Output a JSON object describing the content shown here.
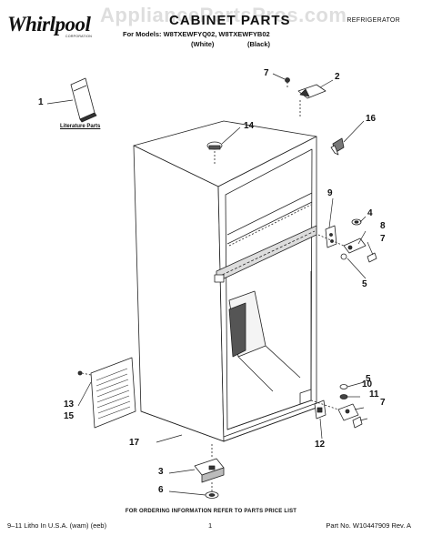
{
  "header": {
    "logo": "Whirlpool",
    "logo_sub": "CORPORATION",
    "watermark": "AppliancePartsPros.com",
    "title": "CABINET PARTS",
    "category": "REFRIGERATOR",
    "models": "For Models: W8TXEWFYQ02, W8TXEWFYB02",
    "color_white": "(White)",
    "color_black": "(Black)"
  },
  "diagram": {
    "literature_label": "Literature Parts",
    "callouts": [
      "1",
      "2",
      "3",
      "4",
      "5",
      "5",
      "6",
      "7",
      "7",
      "7",
      "8",
      "9",
      "10",
      "11",
      "12",
      "13",
      "14",
      "15",
      "16",
      "17"
    ]
  },
  "footer": {
    "order_info": "FOR ORDERING INFORMATION REFER TO PARTS PRICE LIST",
    "litho": "9–11 Litho In U.S.A. (wam) (eeb)",
    "page": "1",
    "part_no": "Part No. W10447909 Rev. A"
  }
}
